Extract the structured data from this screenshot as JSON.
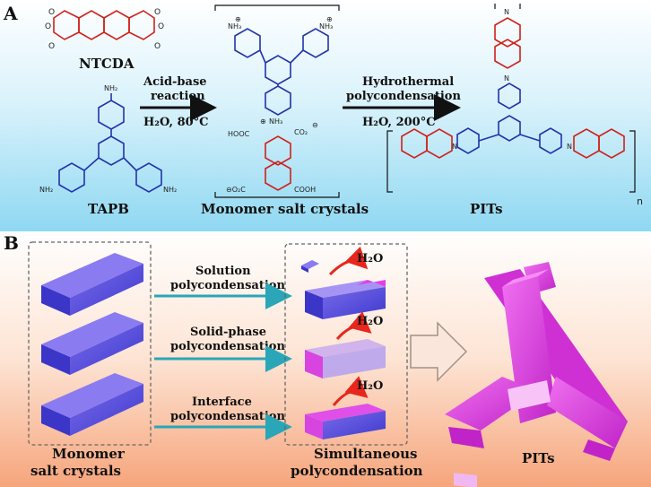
{
  "panel_a": {
    "label": "A",
    "ntcda": "NTCDA",
    "tapb": "TAPB",
    "arrow1_line1": "Acid-base",
    "arrow1_line2": "reaction",
    "arrow1_cond": "H₂O, 80°C",
    "salt": "Monomer salt crystals",
    "arrow2_line1": "Hydrothermal",
    "arrow2_line2": "polycondensation",
    "arrow2_cond": "H₂O, 200°C",
    "pits": "PITs",
    "n": "n",
    "nh2": "NH₂",
    "nh3": "NH₃",
    "plus": "⊕",
    "cooh": "COOH",
    "hooc": "HOOC",
    "co2": "CO₂",
    "o2c": "⊖O₂C",
    "minus": "⊖",
    "o": "O",
    "nitrogen": "N"
  },
  "panel_b": {
    "label": "B",
    "solution": [
      "Solution",
      "polycondensation"
    ],
    "solid": [
      "Solid-phase",
      "polycondensation"
    ],
    "interface": [
      "Interface",
      "polycondensation"
    ],
    "h2o": "H₂O",
    "monomer": [
      "Monomer",
      "salt crystals"
    ],
    "simultaneous": [
      "Simultaneous",
      "polycondensation"
    ],
    "pits": "PITs"
  },
  "colors": {
    "blue_struct": "#2233aa",
    "red_struct": "#d0201a",
    "crystal": "#5a5ae6",
    "tube": "#e040e8",
    "arrow": "#2aa6b8"
  }
}
